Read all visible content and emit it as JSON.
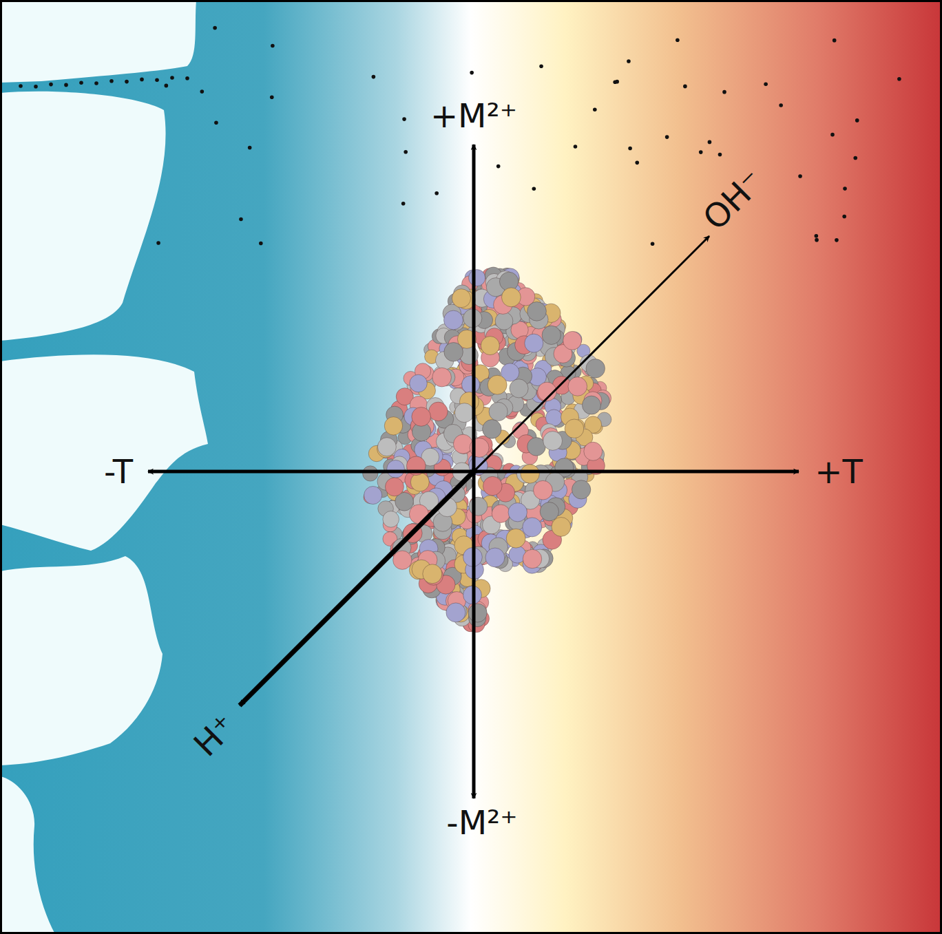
{
  "diagram": {
    "labels": [
      "+M²⁺",
      "-M²⁺",
      "-T",
      "+T",
      "OH⁻",
      "H⁺"
    ]
  }
}
